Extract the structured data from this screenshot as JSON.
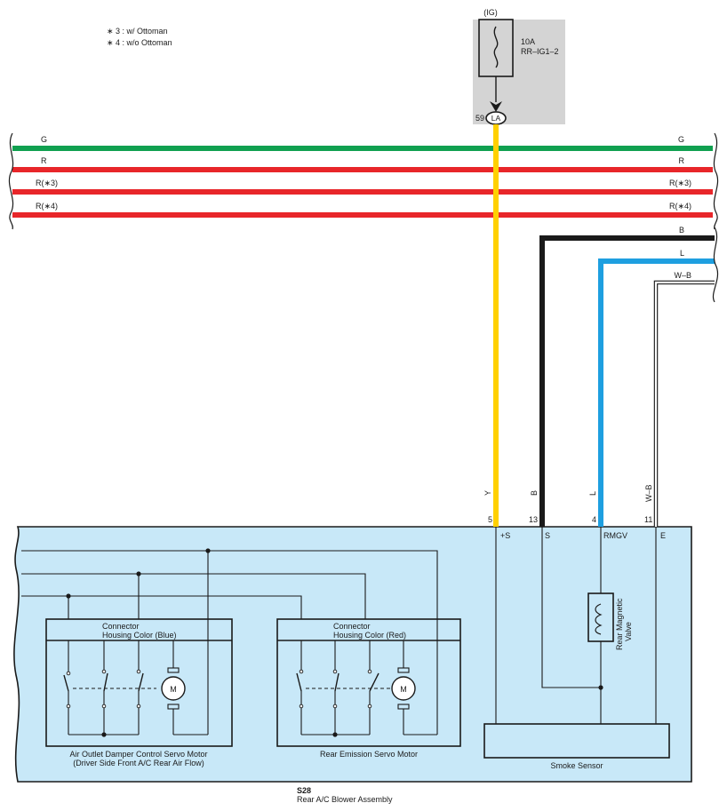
{
  "notes": {
    "n3": "∗ 3 : w/ Ottoman",
    "n4": "∗ 4 : w/o Ottoman"
  },
  "fuse": {
    "circuit": "(IG)",
    "rating": "10A",
    "name": "RR–IG1–2",
    "pin": "59",
    "connector": "LA"
  },
  "bus_wires": [
    {
      "left": "G",
      "right": "G",
      "color": "#10a050"
    },
    {
      "left": "R",
      "right": "R",
      "color": "#e8262a"
    },
    {
      "left": "R(∗3)",
      "right": "R(∗3)",
      "color": "#e8262a"
    },
    {
      "left": "R(∗4)",
      "right": "R(∗4)",
      "color": "#e8262a"
    }
  ],
  "right_wires": [
    {
      "label": "B",
      "color": "#1a1a1a"
    },
    {
      "label": "L",
      "color": "#1e9fe0"
    },
    {
      "label": "W–B",
      "color": "#ffffff"
    }
  ],
  "vertical_wires": [
    {
      "color_code": "Y",
      "pin": "5",
      "terminal": "+S",
      "color": "#ffd000"
    },
    {
      "color_code": "B",
      "pin": "13",
      "terminal": "S",
      "color": "#1a1a1a"
    },
    {
      "color_code": "L",
      "pin": "4",
      "terminal": "RMGV",
      "color": "#1e9fe0"
    },
    {
      "color_code": "W–B",
      "pin": "11",
      "terminal": "E",
      "color": "#ffffff"
    }
  ],
  "assembly": {
    "id": "S28",
    "name": "Rear A/C Blower Assembly",
    "fill": "#c8e8f8"
  },
  "components": {
    "motor1": {
      "connector_line1": "Connector",
      "connector_line2": "Housing Color (Blue)",
      "name_line1": "Air Outlet Damper Control Servo Motor",
      "name_line2": "(Driver Side Front A/C Rear Air Flow)",
      "motor_symbol": "M"
    },
    "motor2": {
      "connector_line1": "Connector",
      "connector_line2": "Housing Color (Red)",
      "name": "Rear Emission Servo Motor",
      "motor_symbol": "M"
    },
    "valve": {
      "line1": "Rear Magnetic",
      "line2": "Valve"
    },
    "smoke_sensor": "Smoke Sensor"
  }
}
